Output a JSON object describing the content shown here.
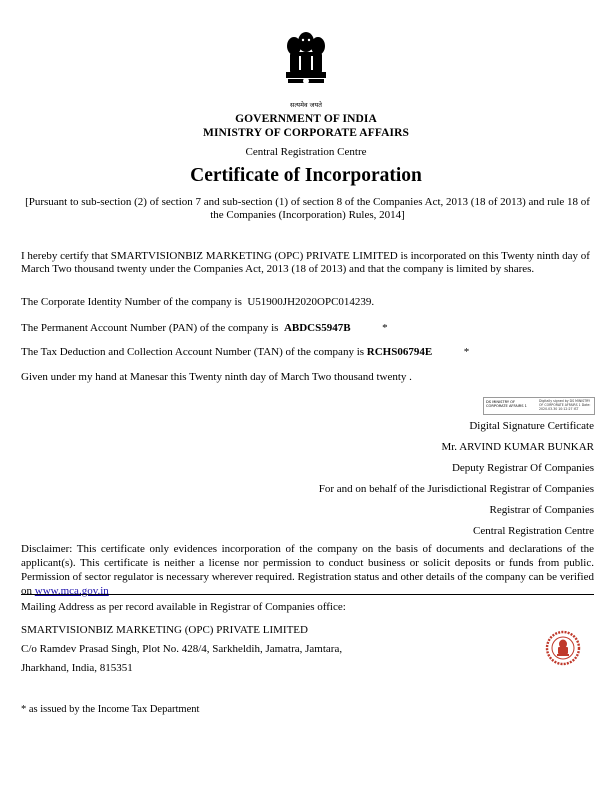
{
  "header": {
    "emblem_motto": "सत्यमेव जयते",
    "line1": "GOVERNMENT OF INDIA",
    "line2": "MINISTRY OF CORPORATE AFFAIRS",
    "line3": "Central Registration Centre"
  },
  "title": "Certificate of Incorporation",
  "pursuant": "[Pursuant to sub-section (2) of section 7 and sub-section (1) of section 8 of the Companies Act, 2013 (18 of 2013) and rule 18 of the Companies (Incorporation) Rules, 2014]",
  "certify": "I hereby certify that SMARTVISIONBIZ MARKETING (OPC) PRIVATE LIMITED is incorporated on this Twenty ninth day of March Two thousand twenty under the Companies Act, 2013 (18 of 2013) and that the company is limited by shares.",
  "cin": {
    "label": "The Corporate Identity Number of the company is",
    "value": "U51900JH2020OPC014239."
  },
  "pan": {
    "label": "The Permanent Account Number (PAN) of the company is",
    "value": "ABDCS5947B",
    "mark": "*"
  },
  "tan": {
    "label": "The Tax Deduction and Collection Account Number (TAN) of the company is",
    "value": "RCHS06794E",
    "mark": "*"
  },
  "given": "Given under my hand at Manesar this Twenty ninth day of March Two thousand twenty .",
  "signature_box": {
    "left_text": "DS MINISTRY OF CORPORATE AFFAIRS 1",
    "right_text": "Digitally signed by DS MINISTRY OF CORPORATE AFFAIRS 1 Date: 2020.03.30 10:12:27 IST"
  },
  "signatory": {
    "l1": "Digital Signature Certificate",
    "l2": "Mr. ARVIND KUMAR BUNKAR",
    "l3": "Deputy Registrar Of Companies",
    "l4": "For and on behalf of the Jurisdictional Registrar of Companies",
    "l5": "Registrar of Companies",
    "l6": "Central Registration Centre"
  },
  "disclaimer": {
    "text": "Disclaimer: This certificate only evidences incorporation of the company on the basis of documents and declarations of the applicant(s). This certificate is neither a license nor permission to conduct business or solicit deposits or funds from public. Permission of sector regulator is necessary wherever required. Registration status and other details of the company can be verified on ",
    "link": "www.mca.gov.in"
  },
  "mailing": {
    "heading": "Mailing Address as per record available in Registrar of Companies office:",
    "line1": "SMARTVISIONBIZ MARKETING (OPC) PRIVATE LIMITED",
    "line2": "C/o Ramdev Prasad Singh, Plot No. 428/4, Sarkheldih, Jamatra, Jamtara,",
    "line3": "Jharkhand, India, 815351"
  },
  "footnote": "* as issued by the Income Tax Department",
  "colors": {
    "text": "#000000",
    "link": "#1a0dab",
    "seal": "#c0392b"
  },
  "icons": {
    "emblem": "national-emblem-icon",
    "seal": "mca-seal-icon"
  }
}
